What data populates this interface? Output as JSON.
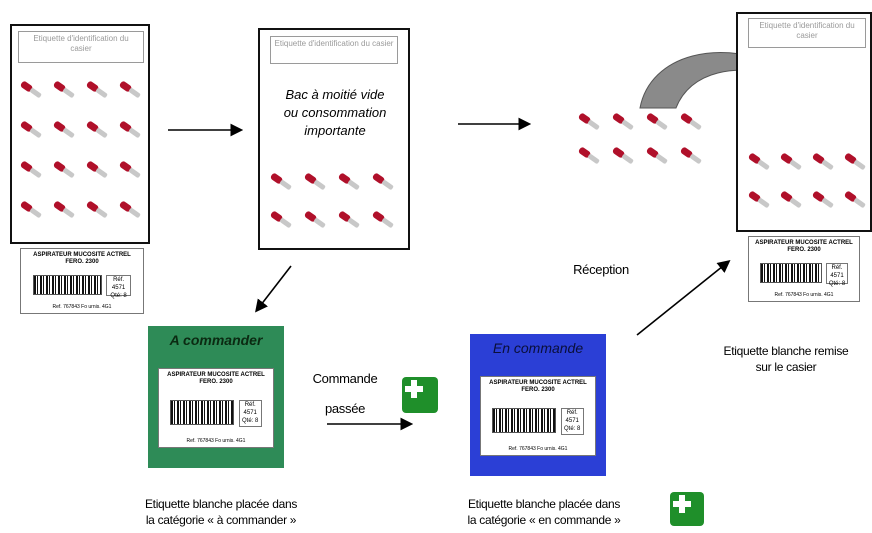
{
  "bin_label": "Etiquette d'identification du casier",
  "middle_bin_text": "Bac à moitié vide ou consommation importante",
  "tag": {
    "title_line1": "ASPIRATEUR MUCOSITE ACTREL",
    "title_line2": "FERO. 2300",
    "side_top": "Réf. 4571",
    "side_qty": "Qté: 8",
    "footer": "Ref. 767843 Fo urnis. 4G1"
  },
  "category_order": {
    "title": "A commander",
    "color": "#2e8b57",
    "caption_line1": "Etiquette blanche placée dans",
    "caption_line2": "la catégorie « à commander »"
  },
  "category_ordered": {
    "title": "En commande",
    "color": "#2b3fd6",
    "caption_line1": "Etiquette blanche placée dans",
    "caption_line2": "la catégorie « en commande »"
  },
  "order_placed_line1": "Commande",
  "order_placed_line2": "passée",
  "reception": "Réception",
  "final_caption_line1": "Etiquette blanche remise",
  "final_caption_line2": "sur le casier",
  "colors": {
    "tube_red": "#b0102a",
    "tube_grey": "#c8c8c8",
    "curved_arrow": "#8a8a8a",
    "cross_green": "#1f8f2a"
  }
}
